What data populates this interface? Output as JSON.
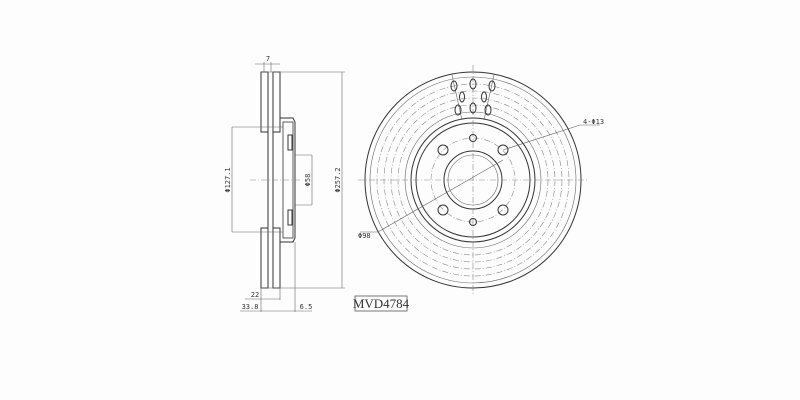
{
  "part_code": "MVD4784",
  "side_view": {
    "thickness_top": "7",
    "hub_diameter": "Φ127.1",
    "center_bore": "Φ58",
    "outer_diameter": "Φ257.2",
    "disc_thickness": "22",
    "overall_height": "33.8",
    "hub_thickness": "6.5"
  },
  "front_view": {
    "bolt_holes": "4-Φ13",
    "bolt_circle": "Φ98"
  },
  "colors": {
    "line": "#333333",
    "background": "#fdfdfd"
  }
}
